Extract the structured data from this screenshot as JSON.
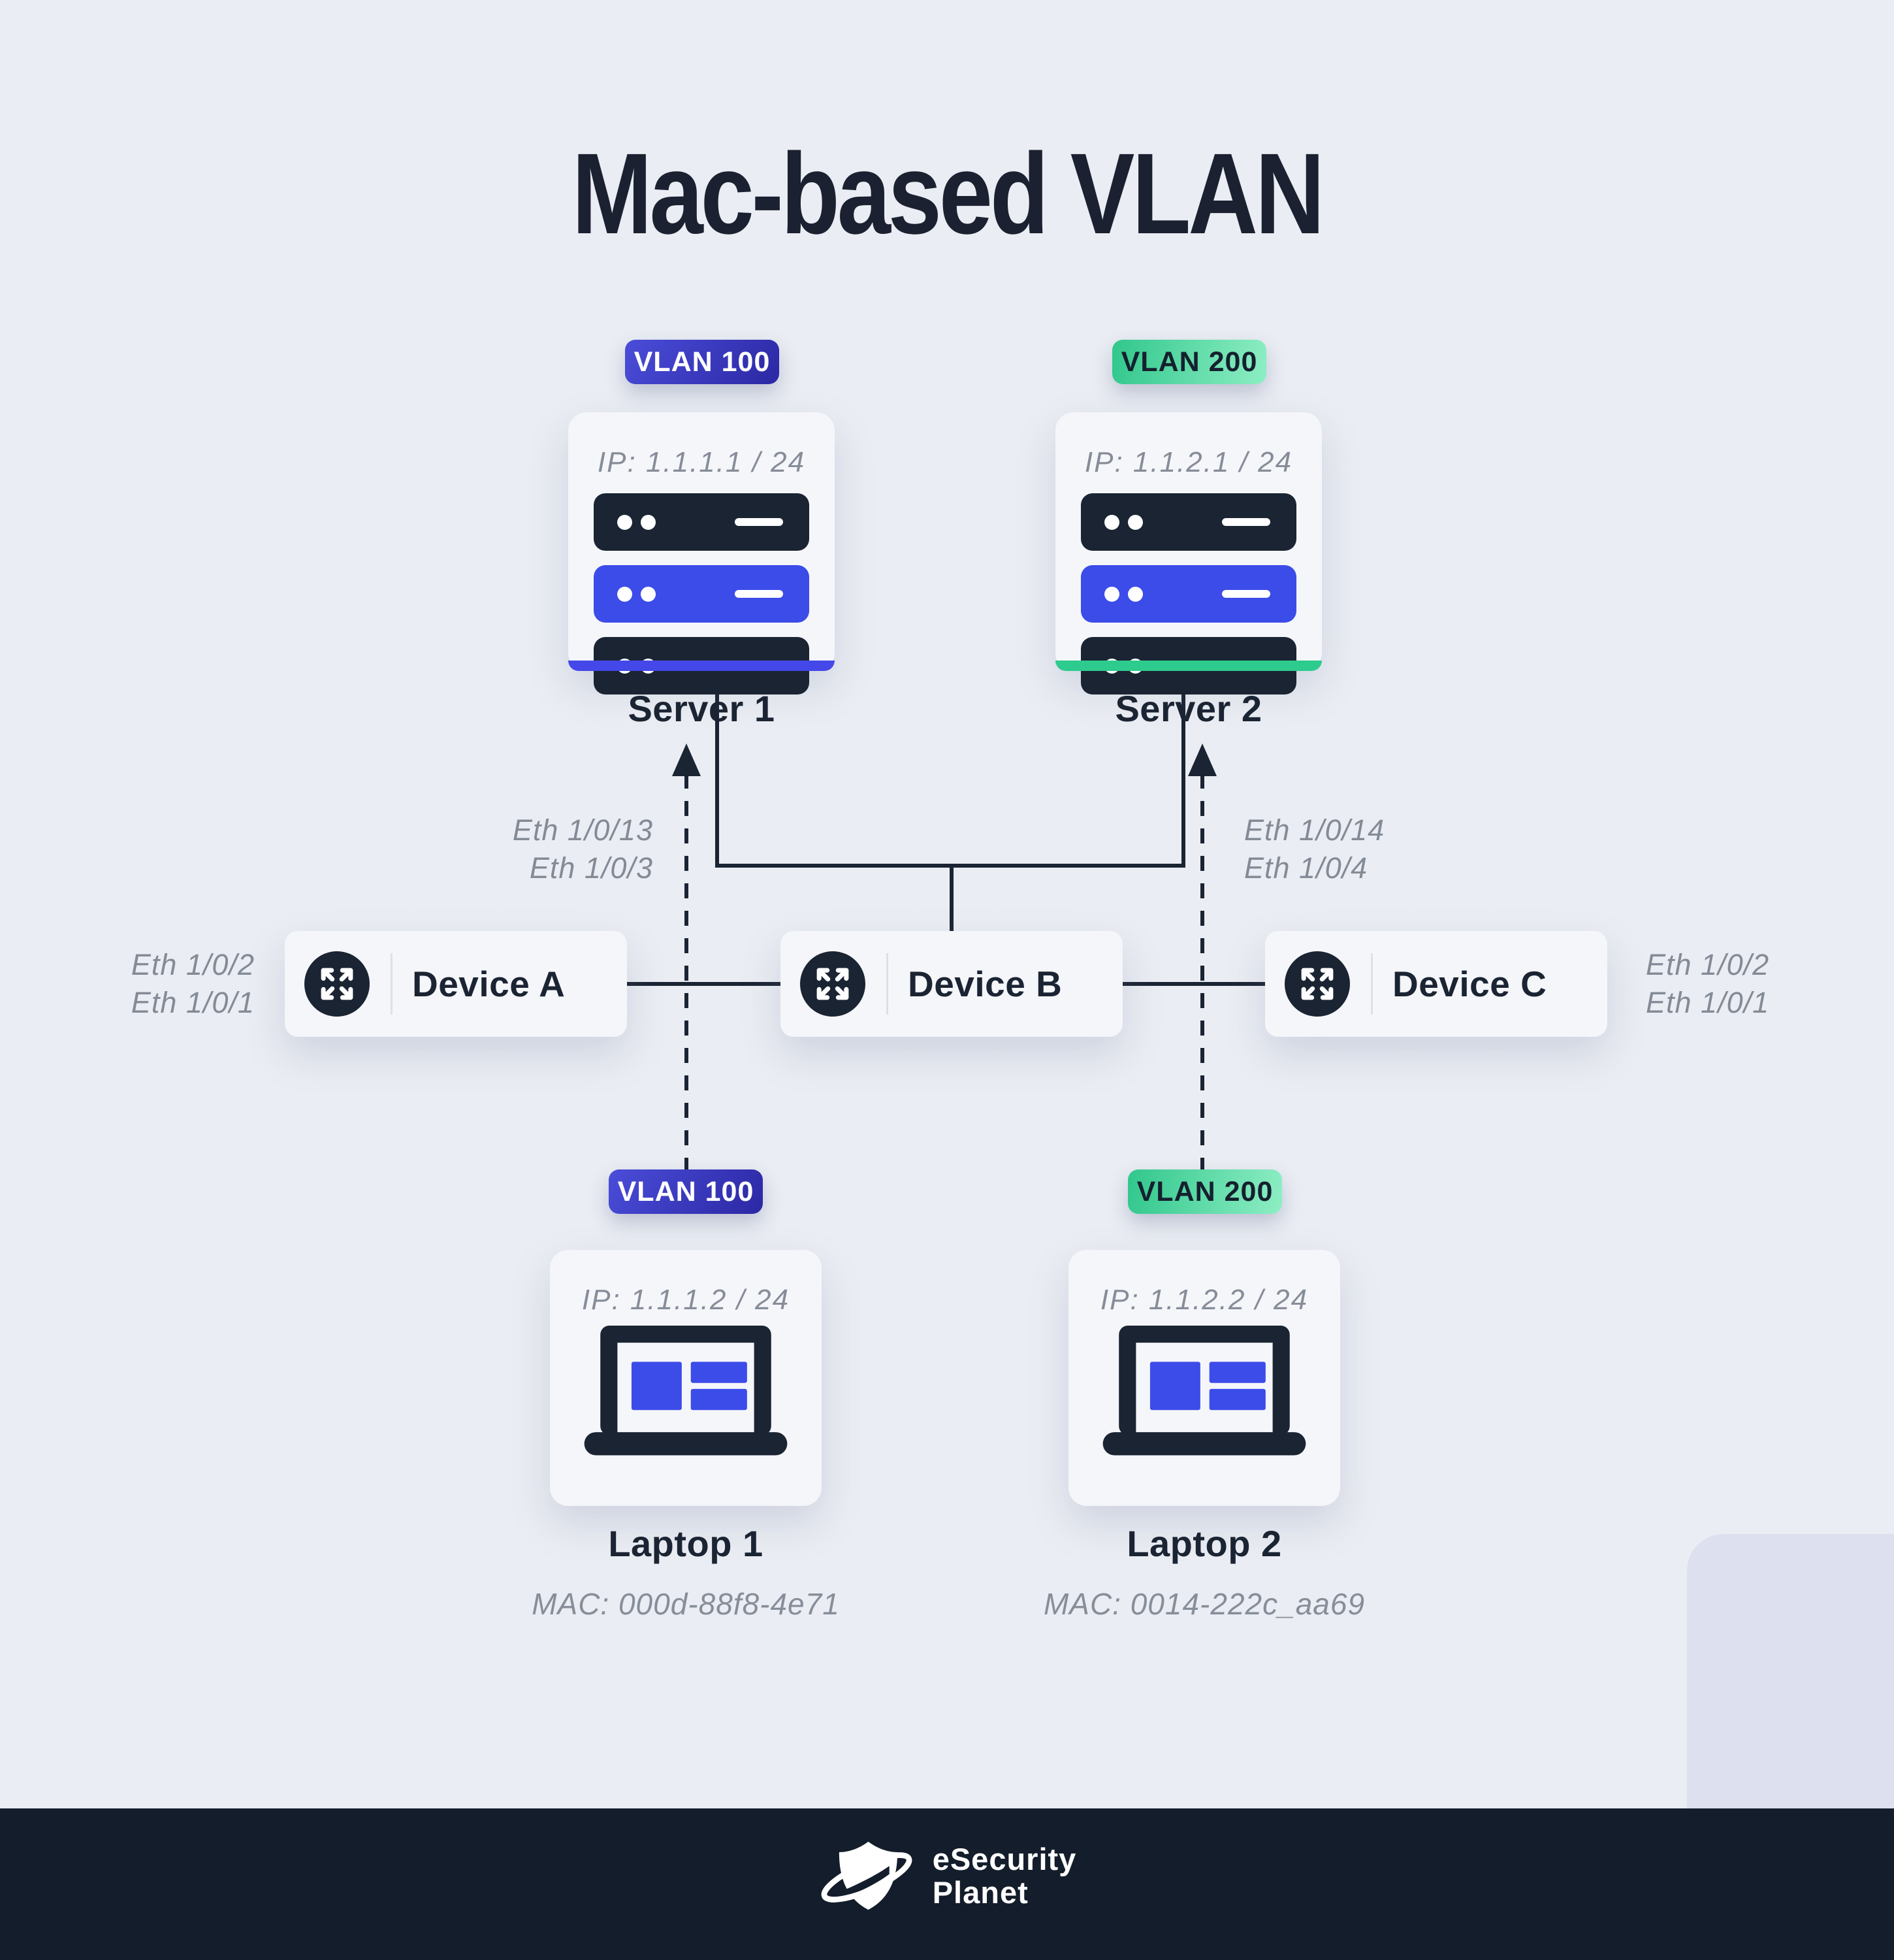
{
  "title": "Mac-based VLAN",
  "colors": {
    "background": "#eaedf3",
    "ink": "#1b2433",
    "muted": "#868d98",
    "blue_accent": "#4448e8",
    "green_accent": "#2ecb8e",
    "badge_blue_gradient": [
      "#4a4dd9",
      "#2c28a4"
    ],
    "badge_green_gradient": [
      "#31c78c",
      "#8eeec4"
    ],
    "card": "#f5f6fa",
    "footer": "#141d2b"
  },
  "servers": [
    {
      "name": "Server 1",
      "ip": "IP: 1.1.1.1 / 24",
      "vlan": "VLAN 100"
    },
    {
      "name": "Server 2",
      "ip": "IP: 1.1.2.1 / 24",
      "vlan": "VLAN 200"
    }
  ],
  "devices": [
    {
      "name": "Device A"
    },
    {
      "name": "Device B"
    },
    {
      "name": "Device C"
    }
  ],
  "laptops": [
    {
      "name": "Laptop 1",
      "ip": "IP: 1.1.1.2 / 24",
      "mac": "MAC: 000d-88f8-4e71",
      "vlan": "VLAN 100"
    },
    {
      "name": "Laptop 2",
      "ip": "IP: 1.1.2.2 / 24",
      "mac": "MAC: 0014-222c_aa69",
      "vlan": "VLAN 200"
    }
  ],
  "port_labels": {
    "server1": [
      "Eth 1/0/13",
      "Eth 1/0/3"
    ],
    "server2": [
      "Eth 1/0/14",
      "Eth 1/0/4"
    ],
    "device_a": [
      "Eth 1/0/2",
      "Eth 1/0/1"
    ],
    "device_c": [
      "Eth 1/0/2",
      "Eth 1/0/1"
    ]
  },
  "footer": {
    "brand_line1": "eSecurity",
    "brand_line2": "Planet"
  }
}
